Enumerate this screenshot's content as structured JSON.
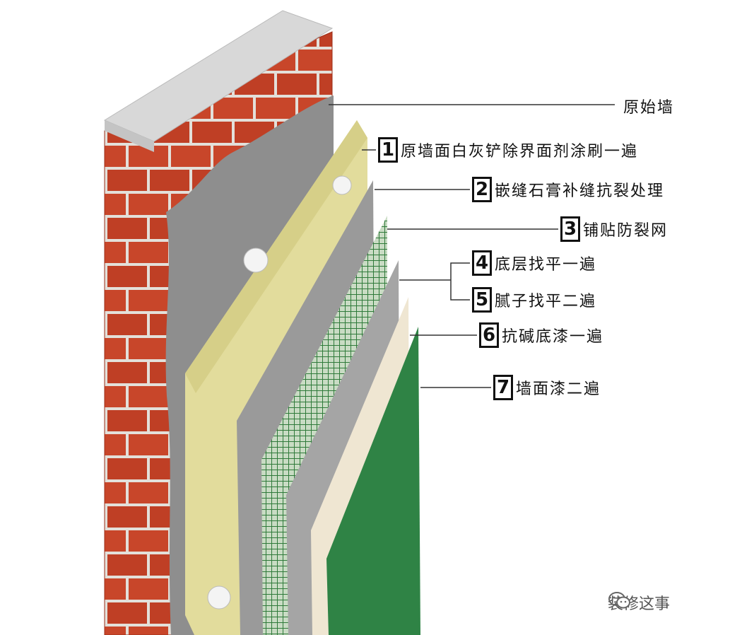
{
  "diagram": {
    "top_label": "原始墙",
    "steps": [
      {
        "num": "1",
        "text": "原墙面白灰铲除界面剂涂刷一遍"
      },
      {
        "num": "2",
        "text": "嵌缝石膏补缝抗裂处理"
      },
      {
        "num": "3",
        "text": "铺贴防裂网"
      },
      {
        "num": "4",
        "text": "底层找平一遍"
      },
      {
        "num": "5",
        "text": "腻子找平二遍"
      },
      {
        "num": "6",
        "text": "抗碱底漆一遍"
      },
      {
        "num": "7",
        "text": "墙面漆二遍"
      }
    ],
    "watermark": "装修这事",
    "colors": {
      "brick": "#c8462a",
      "mortar": "#e3e0da",
      "wall_top": "#d8d8d8",
      "render": "#8e8e8e",
      "insulation": "#e2dc9c",
      "base_coat": "#9a9a9a",
      "mesh": "#2f7a3a",
      "putty": "#a5a5a5",
      "primer": "#efe6d2",
      "paint": "#2f8345"
    },
    "icons": [
      "wechat-icon"
    ]
  }
}
